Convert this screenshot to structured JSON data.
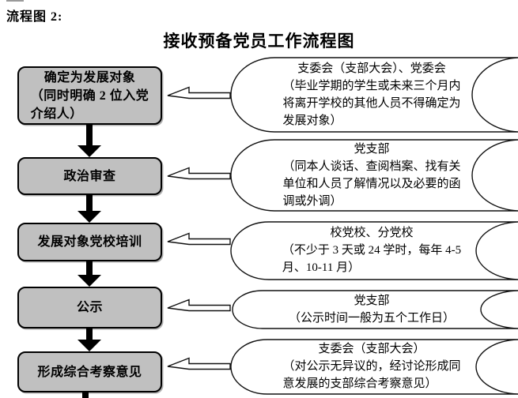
{
  "page": {
    "figure_label": "流程图 2:",
    "title": "接收预备党员工作流程图"
  },
  "colors": {
    "box_fill": "#c0c0c0",
    "line": "#000000",
    "background": "#ffffff"
  },
  "rows": [
    {
      "box": {
        "title": "确定为发展对象",
        "desc_lines": [
          "（同时明确 2 位入党",
          "介绍人）"
        ]
      },
      "note": {
        "title": "支委会（支部大会）、党委会",
        "desc_lines": [
          "（毕业学期的学生或未来三个月内",
          "将离开学校的其他人员不得确定为",
          "发展对象）"
        ]
      }
    },
    {
      "box": {
        "title": "政治审查"
      },
      "note": {
        "title": "党支部",
        "desc_lines": [
          "（同本人谈话、查阅档案、找有关",
          "单位和人员了解情况以及必要的函",
          "调或外调）"
        ]
      }
    },
    {
      "box": {
        "title": "发展对象党校培训"
      },
      "note": {
        "title": "校党校、分党校",
        "desc_lines": [
          "（不少于 3 天或 24 学时，每年 4-5",
          "月、10-11 月）"
        ]
      }
    },
    {
      "box": {
        "title": "公示"
      },
      "note": {
        "title": "党支部",
        "desc_lines": [
          "（公示时间一般为五个工作日）"
        ]
      }
    },
    {
      "box": {
        "title": "形成综合考察意见"
      },
      "note": {
        "title": "支委会（支部大会）",
        "desc_lines": [
          "（对公示无异议的，经讨论形成同",
          "意发展的支部综合考察意见）"
        ]
      }
    }
  ]
}
